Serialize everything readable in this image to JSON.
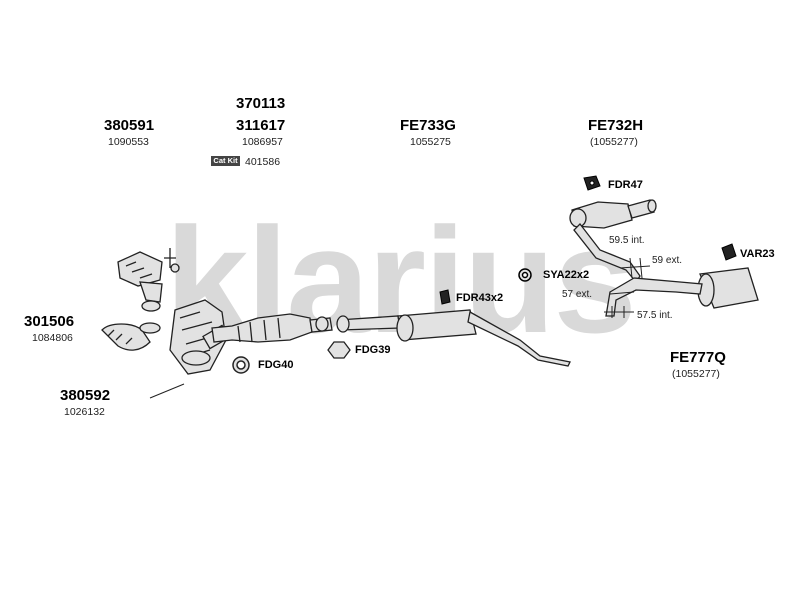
{
  "watermark": "klarius",
  "part_numbers": {
    "p380591": "380591",
    "p370113": "370113",
    "p311617": "311617",
    "fe733g": "FE733G",
    "fe732h": "FE732H",
    "p301506": "301506",
    "p380592": "380592",
    "fe777q": "FE777Q"
  },
  "ref_numbers": {
    "r1090553": "1090553",
    "r1086957": "1086957",
    "r401586": "401586",
    "r1055275": "1055275",
    "r1055277_top": "(1055277)",
    "r1084806": "1084806",
    "r1026132": "1026132",
    "r1055277_bottom": "(1055277)"
  },
  "cat_kit_badge": "Cat Kit",
  "clamps": {
    "fdr47": "FDR47",
    "var23": "VAR23",
    "sya22x2": "SYA22x2",
    "fdr43x2": "FDR43x2",
    "fdg39": "FDG39",
    "fdg40": "FDG40"
  },
  "measurements": {
    "m59_5int": "59.5 int.",
    "m59ext": "59 ext.",
    "m57ext": "57 ext.",
    "m57_5int": "57.5 int."
  },
  "colors": {
    "watermark": "#d6d6d6",
    "part_fill": "#e2e2e2",
    "part_stroke": "#222222",
    "accent_black": "#000000"
  }
}
